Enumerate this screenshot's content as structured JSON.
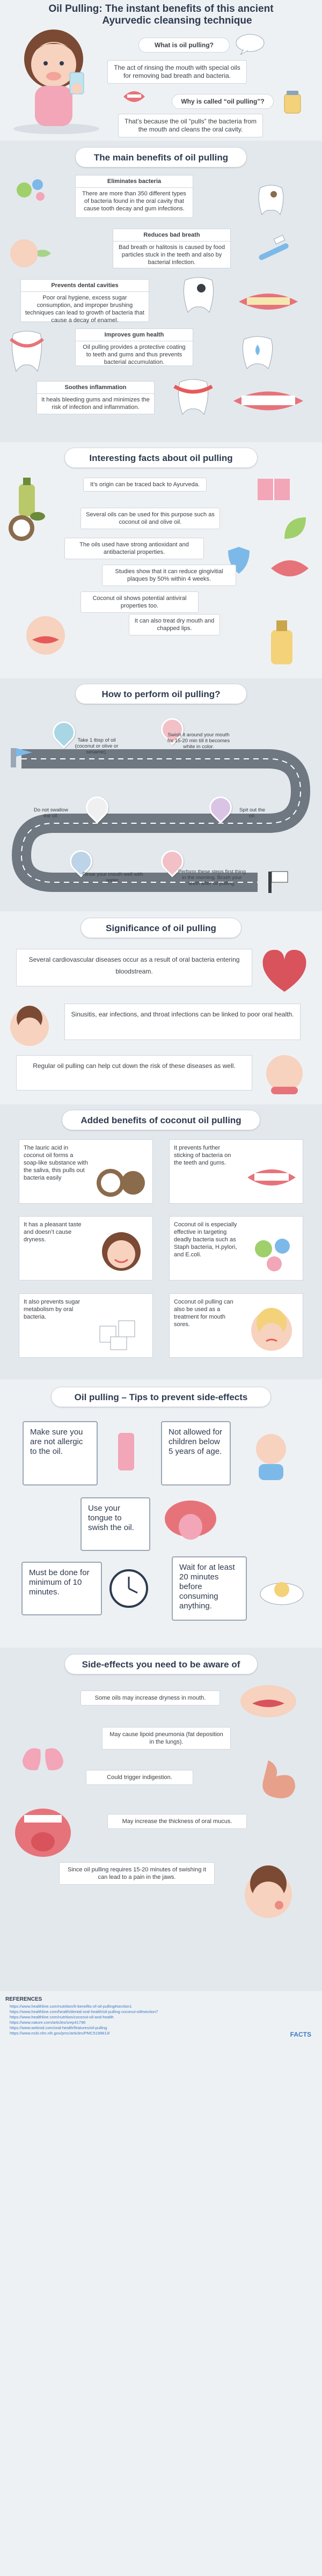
{
  "header": {
    "title_line1": "Oil Pulling: The instant benefits of this ancient",
    "title_line2": "Ayurvedic cleansing technique",
    "q1": "What is oil pulling?",
    "a1": "The act of rinsing the mouth with special oils for removing bad breath and bacteria.",
    "q2": "Why is called “oil pulling”?",
    "a2": "That’s because the oil “pulls” the bacteria from the mouth and cleans the oral cavity."
  },
  "benefits": {
    "title": "The main benefits of oil pulling",
    "items": [
      {
        "title": "Eliminates bacteria",
        "text": "There are more than 350 different types of bacteria found in the oral cavity that cause tooth decay and gum infections."
      },
      {
        "title": "Reduces bad breath",
        "text": "Bad breath or halitosis is caused by food particles stuck in the teeth and also by bacterial infection."
      },
      {
        "title": "Prevents dental cavities",
        "text": "Poor oral hygiene, excess sugar consumption, and improper brushing techniques can lead to growth of bacteria that cause a decay of enamel."
      },
      {
        "title": "Improves gum health",
        "text": "Oil pulling provides a protective coating to teeth and gums and thus prevents bacterial accumulation."
      },
      {
        "title": "Soothes inflammation",
        "text": "It heals bleeding gums and minimizes the risk of infection and inflammation."
      }
    ]
  },
  "facts": {
    "title": "Interesting facts about oil pulling",
    "items": [
      "It’s origin can be traced back to Ayurveda.",
      "Several oils can be used for this purpose such as coconut oil and olive oil.",
      "The oils used have strong antioxidant and antibacterial properties.",
      "Studies show that it can reduce gingivitial plaques by 50% within 4 weeks.",
      "Coconut oil shows potential antiviral properties too.",
      "It can also treat dry mouth and chapped lips."
    ]
  },
  "how": {
    "title": "How to perform oil pulling?",
    "steps": [
      "Take 1 tbsp of oil (coconut or olive or sesame).",
      "Swish it around your mouth for 15-20 min till it becomes white in color.",
      "Do not swallow the oil.",
      "Spit out the oil.",
      "Rinse your mouth well with water.",
      "Perform these steps first thing in the morning. Brush your teeth after oil pulling."
    ]
  },
  "significance": {
    "title": "Significance of oil pulling",
    "items": [
      "Several cardiovascular diseases occur as a result of oral bacteria entering bloodstream.",
      "Sinusitis, ear infections, and throat infections can be linked to poor oral health.",
      "Regular oil pulling can help cut down the risk of these diseases as well."
    ]
  },
  "coconut": {
    "title": "Added benefits of coconut oil pulling",
    "items": [
      "The lauric acid in coconut oil forms a soap-like substance with the saliva, this pulls out bacteria easily",
      "It prevents further sticking of bacteria on the teeth and gums.",
      "It has a pleasant taste and doesn’t cause dryness.",
      "Coconut oil is especially effective in targeting deadly bacteria such as Staph bacteria, H.pylori, and E.coli.",
      "It also prevents sugar metabolism by oral bacteria.",
      "Coconut oil pulling can also be used as a treatment for mouth sores."
    ]
  },
  "tips": {
    "title": "Oil pulling – Tips to prevent side-effects",
    "items": [
      "Make sure you are not allergic to the oil.",
      "Not allowed for children below 5 years of age.",
      "Use your tongue to swish the oil.",
      "Must be done for minimum of 10 minutes.",
      "Wait for at least 20 minutes before consuming anything."
    ]
  },
  "side_effects": {
    "title": "Side-effects you need to be aware of",
    "items": [
      "Some oils may increase dryness in mouth.",
      "May cause lipoid pneumonia (fat deposition in the lungs).",
      "Could trigger indigestion.",
      "May increase the thickness of oral mucus.",
      "Since oil pulling requires 15-20 minutes of swishing it can lead to a pain in the jaws."
    ]
  },
  "references": {
    "title": "REFERENCES",
    "links": [
      "https://www.healthline.com/nutrition/6-benefits-of-oil-pulling#section1",
      "https://www.healthline.com/health/dental-oral-health/oil-pulling-coconut-oil#section7",
      "https://www.healthline.com/nutrition/coconut-oil-and-health",
      "https://www.nature.com/articles/srep41796",
      "https://www.webmd.com/oral-health/features/oil-pulling",
      "https://www.ncbi.nlm.nih.gov/pmc/articles/PMC5198813/"
    ],
    "brand": "FACTS"
  },
  "colors": {
    "accent": "#3c7ac4",
    "title_dark": "#2e3b4f",
    "band": "#e3e8ed",
    "bg": "#eef1f4"
  }
}
